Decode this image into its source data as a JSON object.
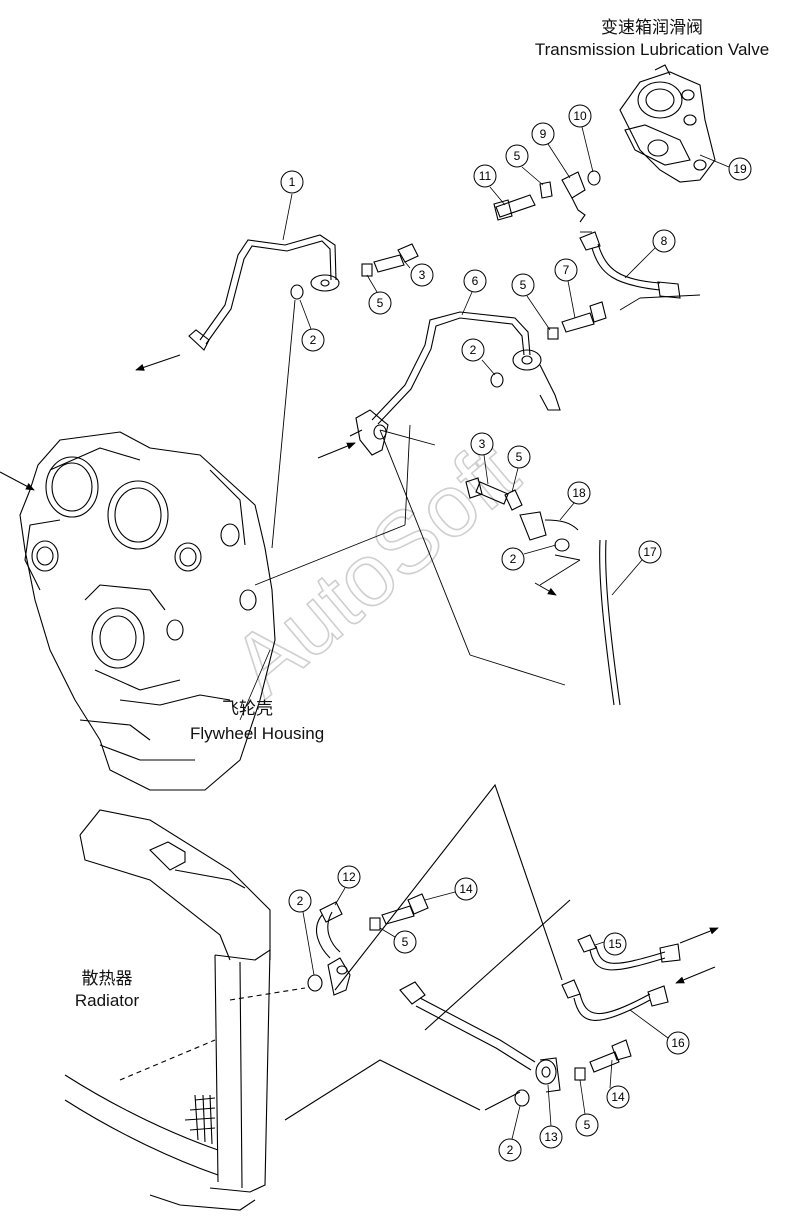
{
  "captions": {
    "valve_cn": "变速箱润滑阀",
    "valve_en": "Transmission Lubrication Valve",
    "flywheel_cn": "飞轮壳",
    "flywheel_en": "Flywheel Housing",
    "radiator_cn": "散热器",
    "radiator_en": "Radiator"
  },
  "watermark": "AutoSoft",
  "callouts": [
    "1",
    "2",
    "5",
    "3",
    "6",
    "2",
    "5",
    "7",
    "8",
    "9",
    "10",
    "11",
    "5",
    "19",
    "3",
    "5",
    "18",
    "2",
    "17",
    "12",
    "2",
    "14",
    "5",
    "15",
    "16",
    "14",
    "5",
    "13",
    "2"
  ]
}
